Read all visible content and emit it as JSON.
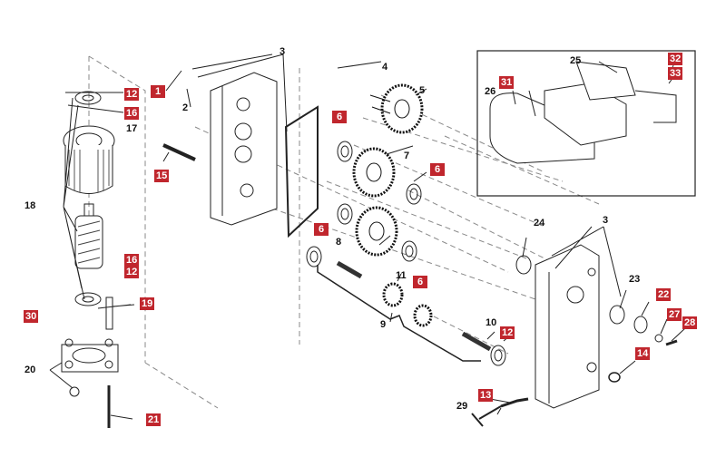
{
  "diagram": {
    "title": "Exploded parts diagram - gear motor assembly",
    "accent_color": "#c0262d",
    "callouts_plain": [
      {
        "id": "c2",
        "text": "2"
      },
      {
        "id": "c3a",
        "text": "3"
      },
      {
        "id": "c4",
        "text": "4"
      },
      {
        "id": "c5",
        "text": "5"
      },
      {
        "id": "c7",
        "text": "7"
      },
      {
        "id": "c8",
        "text": "8"
      },
      {
        "id": "c9",
        "text": "9"
      },
      {
        "id": "c10",
        "text": "10"
      },
      {
        "id": "c11",
        "text": "11"
      },
      {
        "id": "c17",
        "text": "17"
      },
      {
        "id": "c18",
        "text": "18"
      },
      {
        "id": "c20",
        "text": "20"
      },
      {
        "id": "c23",
        "text": "23"
      },
      {
        "id": "c24",
        "text": "24"
      },
      {
        "id": "c3b",
        "text": "3"
      },
      {
        "id": "c25",
        "text": "25"
      },
      {
        "id": "c26",
        "text": "26"
      },
      {
        "id": "c29",
        "text": "29"
      }
    ],
    "callouts_highlighted": [
      {
        "id": "t1",
        "text": "1"
      },
      {
        "id": "t12a",
        "text": "12"
      },
      {
        "id": "t16a",
        "text": "16"
      },
      {
        "id": "t15",
        "text": "15"
      },
      {
        "id": "t6a",
        "text": "6"
      },
      {
        "id": "t6b",
        "text": "6"
      },
      {
        "id": "t6c",
        "text": "6"
      },
      {
        "id": "t6d",
        "text": "6"
      },
      {
        "id": "t16b",
        "text": "16"
      },
      {
        "id": "t12b",
        "text": "12"
      },
      {
        "id": "t30",
        "text": "30"
      },
      {
        "id": "t19",
        "text": "19"
      },
      {
        "id": "t21",
        "text": "21"
      },
      {
        "id": "t12c",
        "text": "12"
      },
      {
        "id": "t13",
        "text": "13"
      },
      {
        "id": "t22",
        "text": "22"
      },
      {
        "id": "t27",
        "text": "27"
      },
      {
        "id": "t28",
        "text": "28"
      },
      {
        "id": "t14",
        "text": "14"
      },
      {
        "id": "t31",
        "text": "31"
      },
      {
        "id": "t32",
        "text": "32"
      },
      {
        "id": "t33",
        "text": "33"
      }
    ]
  }
}
